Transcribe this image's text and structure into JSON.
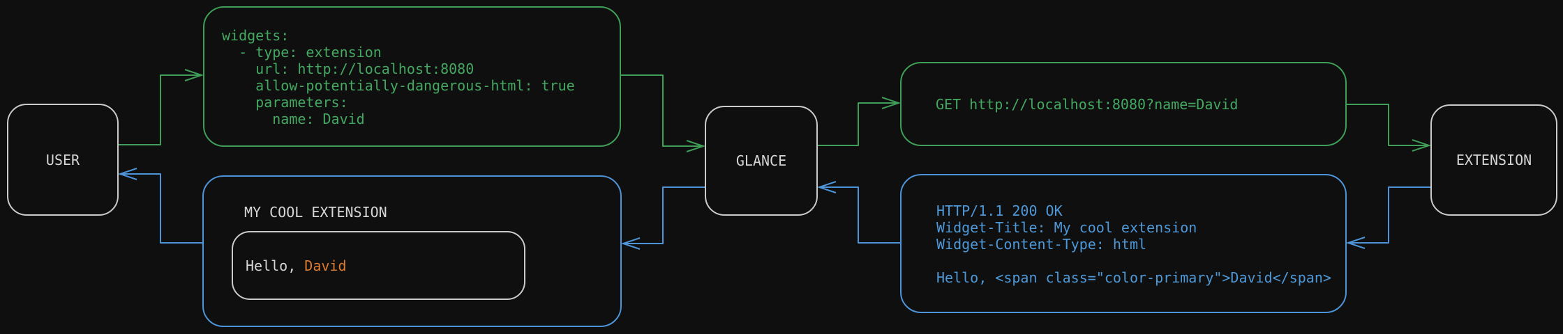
{
  "nodes": {
    "user": "USER",
    "glance": "GLANCE",
    "extension": "EXTENSION"
  },
  "config_box": {
    "lines": [
      "widgets:",
      "  - type: extension",
      "    url: http://localhost:8080",
      "    allow-potentially-dangerous-html: true",
      "    parameters:",
      "      name: David"
    ]
  },
  "request_box": {
    "text": "GET http://localhost:8080?name=David"
  },
  "response_box": {
    "lines": [
      "HTTP/1.1 200 OK",
      "Widget-Title: My cool extension",
      "Widget-Content-Type: html",
      "",
      "Hello, <span class=\"color-primary\">David</span>"
    ]
  },
  "widget_box": {
    "title": "MY COOL EXTENSION",
    "greeting_prefix": "Hello, ",
    "greeting_name": "David"
  },
  "colors": {
    "green": "#3f9e58",
    "green-text": "#45a862",
    "blue": "#4e94d8",
    "blue-text": "#4e98d8",
    "orange": "#dd7b2f",
    "node-border": "#cbcbcb",
    "text": "#d6d6d6",
    "background": "#0f0f0f"
  }
}
